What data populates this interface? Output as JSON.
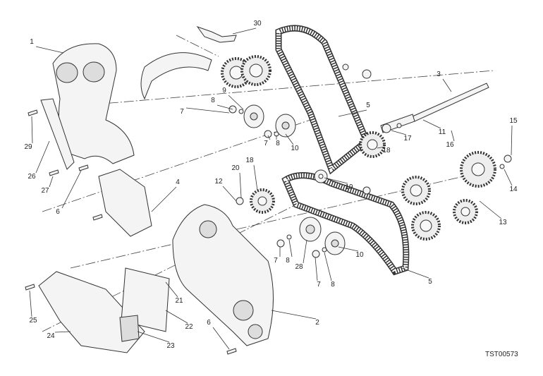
{
  "diagram": {
    "drawing_code": "TST00573",
    "callouts": [
      "1",
      "30",
      "3",
      "5",
      "9",
      "8",
      "7",
      "7",
      "8",
      "10",
      "18",
      "17",
      "11",
      "16",
      "15",
      "14",
      "13",
      "19",
      "20",
      "12",
      "18",
      "29",
      "26",
      "27",
      "6",
      "4",
      "7",
      "8",
      "28",
      "10",
      "5",
      "7",
      "8",
      "2",
      "21",
      "22",
      "23",
      "24",
      "25",
      "6"
    ]
  }
}
